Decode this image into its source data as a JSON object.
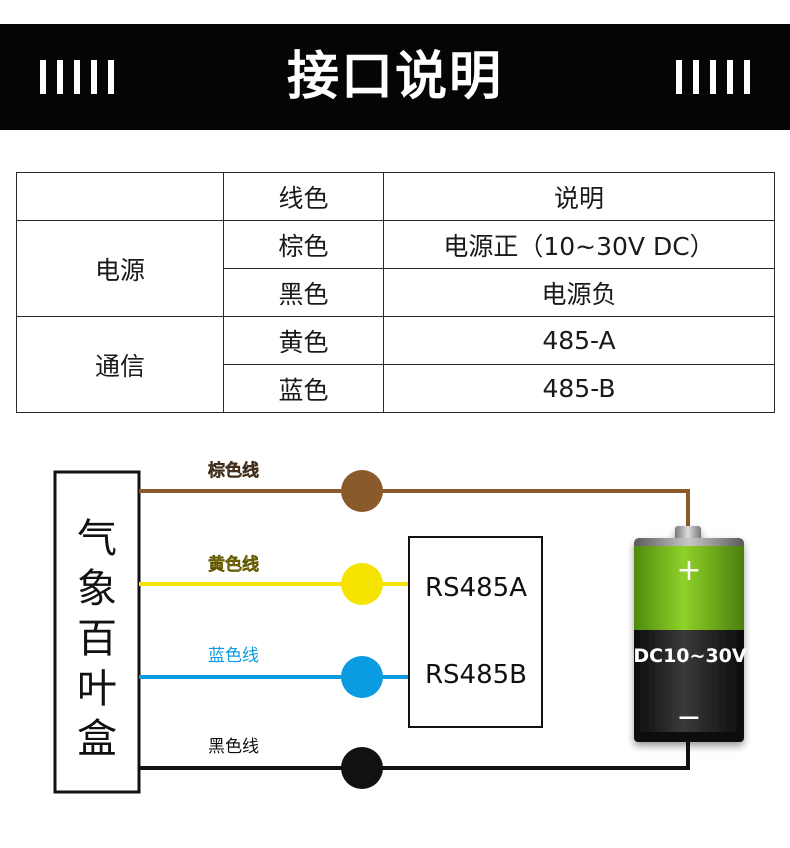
{
  "header": {
    "title": "接口说明"
  },
  "table": {
    "col_headers": [
      "",
      "线色",
      "说明"
    ],
    "groups": [
      {
        "name": "电源",
        "rows": [
          {
            "wire": "棕色",
            "desc": "电源正（10~30V DC）"
          },
          {
            "wire": "黑色",
            "desc": "电源负"
          }
        ]
      },
      {
        "name": "通信",
        "rows": [
          {
            "wire": "黄色",
            "desc": "485-A"
          },
          {
            "wire": "蓝色",
            "desc": "485-B"
          }
        ]
      }
    ]
  },
  "diagram": {
    "device_label": [
      "气",
      "象",
      "百",
      "叶",
      "盒"
    ],
    "wires": [
      {
        "label": "棕色线",
        "color": "#8B5A2B"
      },
      {
        "label": "黄色线",
        "color": "#F5E400"
      },
      {
        "label": "蓝色线",
        "color": "#0A9BE0"
      },
      {
        "label": "黑色线",
        "color": "#111111"
      }
    ],
    "module": {
      "pin_a": "RS485A",
      "pin_b": "RS485B"
    },
    "battery": {
      "plus": "+",
      "voltage": "DC10~30V",
      "minus": "−",
      "green": "#7DC01F",
      "dark": "#1c1c1c"
    }
  }
}
